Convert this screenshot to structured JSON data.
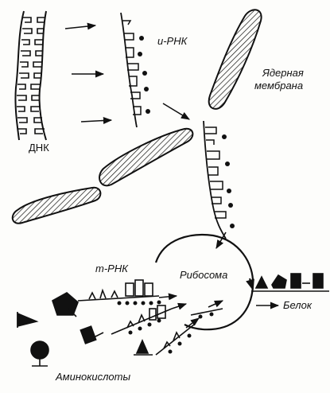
{
  "labels": {
    "dna": "ДНК",
    "mrna": "и-РНК",
    "nuclear_membrane_line1": "Ядерная",
    "nuclear_membrane_line2": "мембрана",
    "trna": "m-РНК",
    "ribosome": "Рибосома",
    "protein": "Белок",
    "amino_acids": "Аминокислоты"
  },
  "colors": {
    "ink": "#111111",
    "paper": "#fdfdfb"
  }
}
